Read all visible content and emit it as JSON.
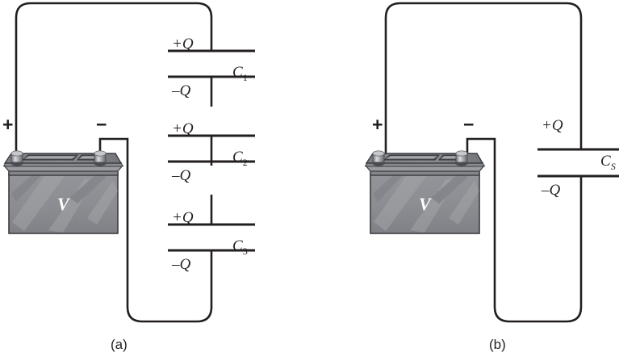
{
  "figure": {
    "title": "Capacitors in series and their equivalent series capacitance",
    "background": "#ffffff",
    "wire_color": "#231f20",
    "plate_color": "#231f20",
    "battery_body_color": "#8e9094",
    "battery_top_color": "#6f7175",
    "battery_label_color": "#ffffff"
  },
  "panels": [
    {
      "id": "a",
      "caption": "(a)",
      "battery": {
        "label": "V",
        "plus_sign": "+",
        "minus_sign": "−"
      },
      "capacitors": [
        {
          "name": "C1",
          "label": "C",
          "subscript": "1",
          "top_charge_sign": "+",
          "top_charge": "Q",
          "bottom_charge_sign": "–",
          "bottom_charge": "Q"
        },
        {
          "name": "C2",
          "label": "C",
          "subscript": "2",
          "top_charge_sign": "+",
          "top_charge": "Q",
          "bottom_charge_sign": "–",
          "bottom_charge": "Q"
        },
        {
          "name": "C3",
          "label": "C",
          "subscript": "3",
          "top_charge_sign": "+",
          "top_charge": "Q",
          "bottom_charge_sign": "–",
          "bottom_charge": "Q"
        }
      ]
    },
    {
      "id": "b",
      "caption": "(b)",
      "battery": {
        "label": "V",
        "plus_sign": "+",
        "minus_sign": "−"
      },
      "capacitors": [
        {
          "name": "CS",
          "label": "C",
          "subscript": "S",
          "top_charge_sign": "+",
          "top_charge": "Q",
          "bottom_charge_sign": "–",
          "bottom_charge": "Q"
        }
      ]
    }
  ],
  "labels": {
    "a_c1_plus_q": "+Q",
    "a_c1_name": "C",
    "a_c1_sub": "1",
    "a_c1_minus_q": "–Q",
    "a_c2_plus_q": "+Q",
    "a_c2_name": "C",
    "a_c2_sub": "2",
    "a_c2_minus_q": "–Q",
    "a_c3_plus_q": "+Q",
    "a_c3_name": "C",
    "a_c3_sub": "3",
    "a_c3_minus_q": "–Q",
    "a_plus": "+",
    "a_minus": "−",
    "a_batt": "V",
    "a_caption": "(a)",
    "b_cs_plus_q": "+Q",
    "b_cs_name": "C",
    "b_cs_sub": "S",
    "b_cs_minus_q": "–Q",
    "b_plus": "+",
    "b_minus": "−",
    "b_batt": "V",
    "b_caption": "(b)"
  }
}
